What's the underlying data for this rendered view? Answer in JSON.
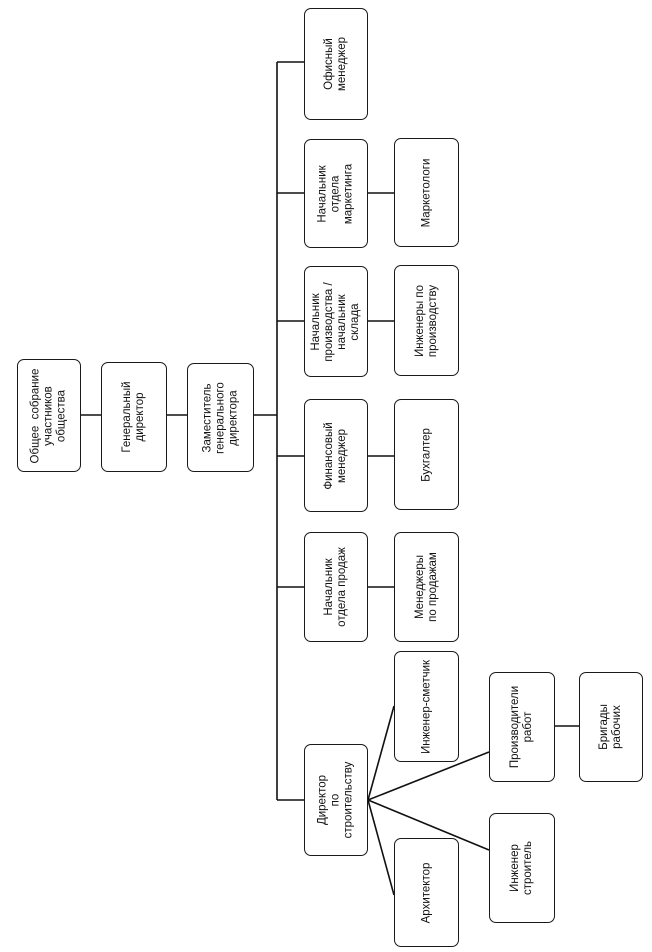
{
  "nodes": {
    "general_meeting": "Общее  собрание\nучастников\nобщества",
    "general_director": "Генеральный\nдиректор",
    "deputy_director": "Заместитель\nгенерального\nдиректора",
    "office_manager": "Офисный\nменеджер",
    "marketing_head": "Начальник\nотдела\nмаркетинга",
    "marketers": "Маркетологи",
    "production_head": "Начальник\nпроизводства /\nначальник\nсклада",
    "production_engineers": "Инженеры по\nпроизводству",
    "financial_manager": "Финансовый\nменеджер",
    "accountant": "Бухгалтер",
    "sales_head": "Начальник\nотдела продаж",
    "sales_managers": "Менеджеры\nпо продажам",
    "construction_director": "Директор\nпо\nстроительству",
    "cost_engineer": "Инженер-сметчик",
    "works_managers": "Производители\nработ",
    "worker_brigades": "Бригады\nрабочих",
    "civil_engineer": "Инженер\nстроитель",
    "architect": "Архитектор"
  },
  "style": {
    "line_color": "#111111",
    "box_border": "#1a1a1a",
    "background": "#ffffff"
  }
}
